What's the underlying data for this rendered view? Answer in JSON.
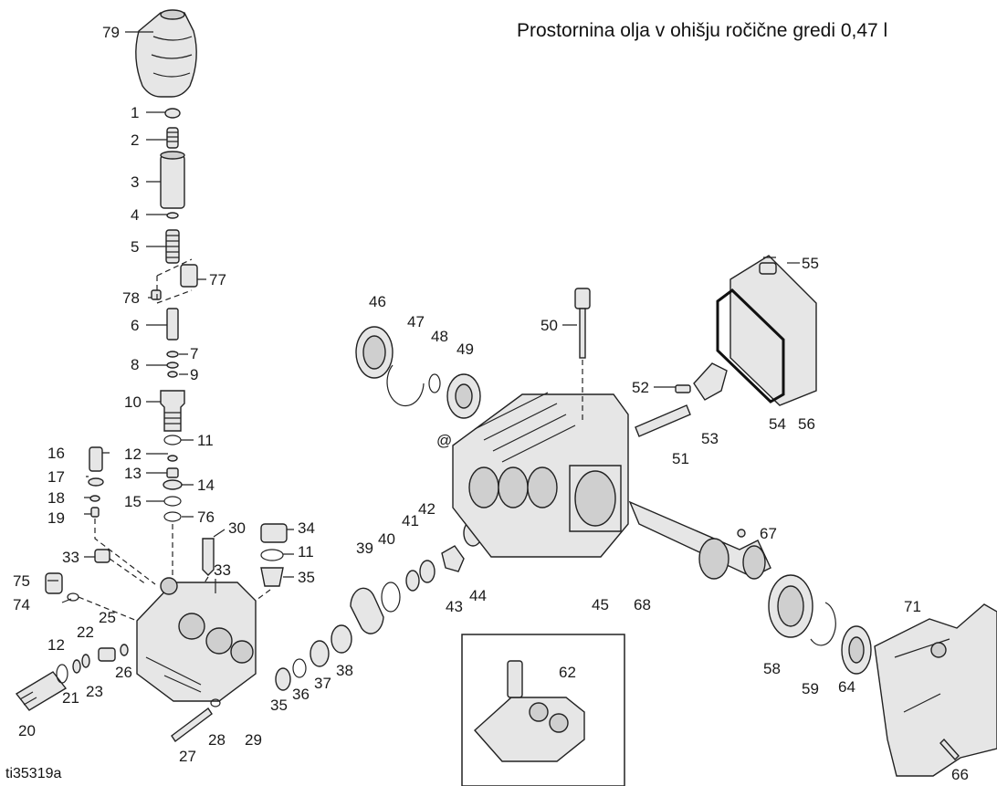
{
  "note": "Prostornina olja v ohišju ročične gredi 0,47 l",
  "figure_id": "ti35319a",
  "callouts": [
    "79",
    "1",
    "2",
    "3",
    "4",
    "5",
    "77",
    "78",
    "6",
    "7",
    "8",
    "9",
    "10",
    "11",
    "12",
    "13",
    "14",
    "15",
    "76",
    "16",
    "17",
    "18",
    "19",
    "30",
    "34",
    "35",
    "33",
    "75",
    "74",
    "22",
    "25",
    "21",
    "23",
    "26",
    "20",
    "27",
    "28",
    "29",
    "36",
    "37",
    "38",
    "39",
    "40",
    "41",
    "42",
    "43",
    "44",
    "45",
    "46",
    "47",
    "48",
    "49",
    "50",
    "51",
    "52",
    "53",
    "54",
    "55",
    "56",
    "58",
    "59",
    "62",
    "64",
    "66",
    "67",
    "68",
    "71",
    "@"
  ]
}
